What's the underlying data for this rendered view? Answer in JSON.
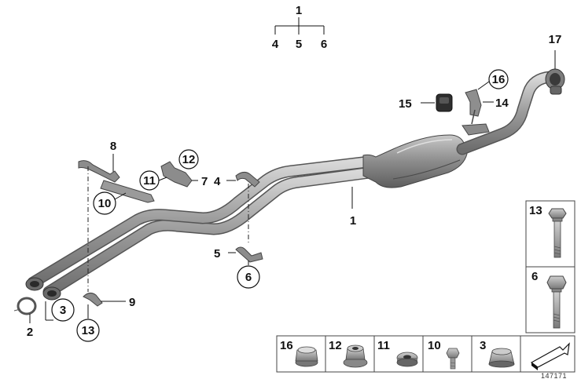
{
  "callouts": {
    "c1_top": "1",
    "c4_top": "4",
    "c5_top": "5",
    "c6_top": "6",
    "c17": "17",
    "c16": "16",
    "c15": "15",
    "c14": "14",
    "c8": "8",
    "c12": "12",
    "c11": "11",
    "c7": "7",
    "c10": "10",
    "c4": "4",
    "c1": "1",
    "c5": "5",
    "c6": "6",
    "c2": "2",
    "c3": "3",
    "c9": "9",
    "c13": "13"
  },
  "side_panel": {
    "item_top": "13",
    "item_bottom": "6"
  },
  "bottom_panel": {
    "cells": [
      "16",
      "12",
      "11",
      "10",
      "3"
    ]
  },
  "diagram_number": "147171"
}
